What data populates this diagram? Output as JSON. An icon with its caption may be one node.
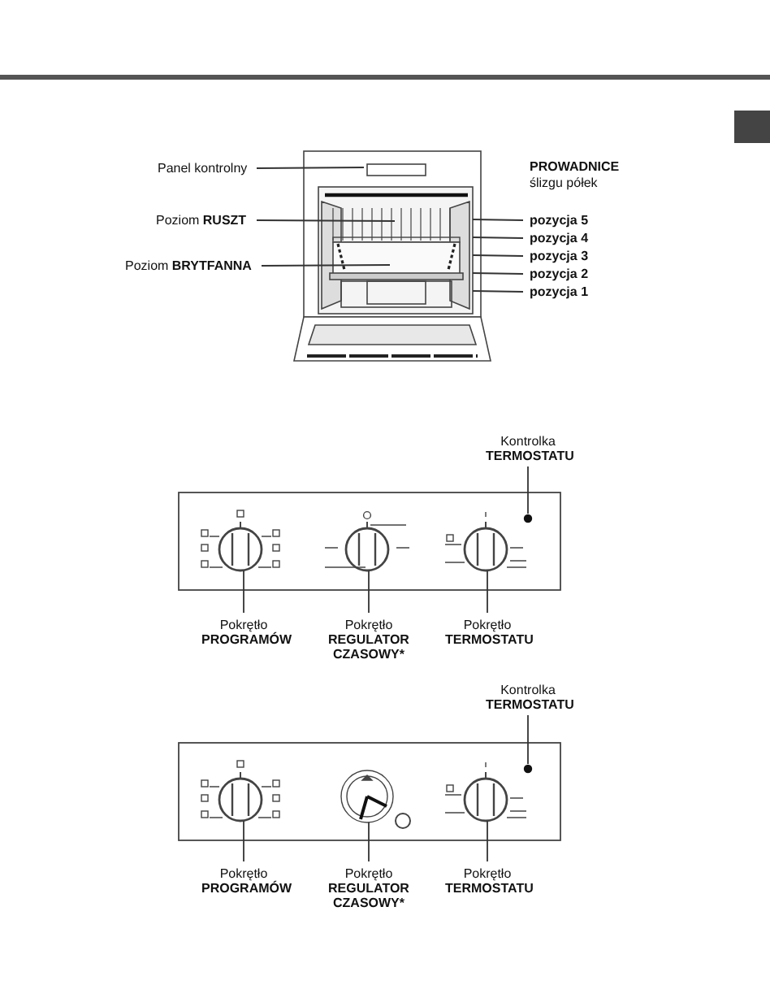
{
  "diagram": {
    "nodes": [
      {
        "text": [
          "Panel kontrolny"
        ]
      },
      {
        "text": [
          "Poziom **RUSZT**"
        ]
      },
      {
        "text": [
          "Poziom **BRYTFANNA**"
        ]
      },
      {
        "text": [
          "pozycja 5"
        ]
      },
      {
        "text": [
          "pozycja 4"
        ]
      },
      {
        "text": [
          "pozycja 3"
        ]
      },
      {
        "text": [
          "pozycja 2"
        ]
      },
      {
        "text": [
          "pozycja 1"
        ]
      },
      {
        "text": [
          "Kontrolka",
          "TERMOSTATU"
        ]
      },
      {
        "text": [
          "Pokrętło",
          "PROGRAMÓW"
        ]
      },
      {
        "text": [
          "Pokrętło",
          "REGULATOR CZASOWY*"
        ]
      },
      {
        "text": [
          "Pokrętło",
          "TERMOSTATU"
        ]
      },
      {
        "text": [
          "Kontrolka",
          "TERMOSTATU"
        ]
      },
      {
        "text": [
          "Pokrętło",
          "PROGRAMÓW"
        ]
      },
      {
        "text": [
          "Pokrętło",
          "REGULATOR CZASOWY*"
        ]
      },
      {
        "text": [
          "Pokrętło",
          "TERMOSTATU"
        ]
      },
      {
        "text": [],
        "shape": "circle"
      },
      {
        "text": [],
        "shape": "circle"
      },
      {
        "text": [],
        "shape": "circle"
      },
      {
        "text": [],
        "shape": "circle"
      },
      {
        "text": [],
        "shape": "circle"
      },
      {
        "text": [],
        "shape": "circle"
      },
      {
        "text": [],
        "shape": "circle"
      },
      {
        "text": [],
        "shape": "circle"
      }
    ],
    "edges": [
      {
        "from": 0,
        "to": null,
        "arrow": "none"
      },
      {
        "from": 1,
        "to": null,
        "arrow": "none"
      },
      {
        "from": 2,
        "to": null,
        "arrow": "none"
      },
      {
        "from": 3,
        "to": null,
        "arrow": "none"
      },
      {
        "from": 4,
        "to": null,
        "arrow": "none"
      },
      {
        "from": 5,
        "to": null,
        "arrow": "none"
      },
      {
        "from": 6,
        "to": null,
        "arrow": "none"
      },
      {
        "from": 7,
        "to": null,
        "arrow": "none"
      },
      {
        "from": 8,
        "to": 16,
        "arrow": "none"
      },
      {
        "from": 9,
        "to": 17,
        "arrow": "none"
      },
      {
        "from": 10,
        "to": 18,
        "arrow": "none"
      },
      {
        "from": 11,
        "to": 19,
        "arrow": "none"
      },
      {
        "from": 12,
        "to": 20,
        "arrow": "none"
      },
      {
        "from": 13,
        "to": 21,
        "arrow": "none"
      },
      {
        "from": 14,
        "to": 22,
        "arrow": "none"
      },
      {
        "from": 15,
        "to": 23,
        "arrow": "none"
      }
    ],
    "labels": [
      "PROWADNICE",
      "ślizgu półek"
    ]
  }
}
